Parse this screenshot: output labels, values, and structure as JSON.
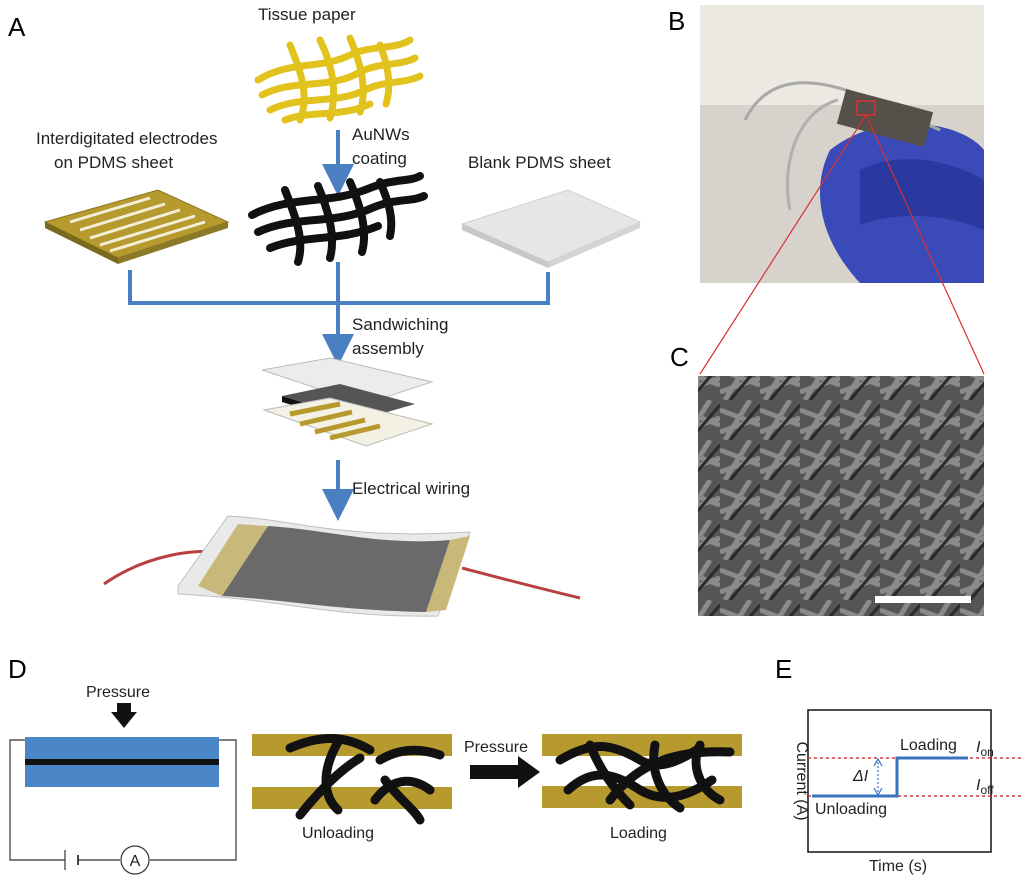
{
  "panels": {
    "a": "A",
    "b": "B",
    "c": "C",
    "d": "D",
    "e": "E"
  },
  "a": {
    "tissue": "Tissue paper",
    "coating1": "AuNWs",
    "coating2": "coating",
    "electrodes1": "Interdigitated electrodes",
    "electrodes2": "on PDMS sheet",
    "blank": "Blank PDMS sheet",
    "sandwich1": "Sandwiching",
    "sandwich2": "assembly",
    "wiring": "Electrical wiring"
  },
  "d": {
    "pressure_top": "Pressure",
    "ammeter": "A",
    "unloading": "Unloading",
    "pressure_arrow": "Pressure",
    "loading": "Loading"
  },
  "e": {
    "ylabel": "Current (A)",
    "xlabel": "Time (s)",
    "loading": "Loading",
    "unloading": "Unloading",
    "delta_sym": "ΔI",
    "ion_base": "I",
    "ion_sub": "on",
    "ioff_base": "I",
    "ioff_sub": "off"
  },
  "colors": {
    "arrow_blue": "#4a7fc1",
    "gold": "#b79a2e",
    "pdms_blue": "#4a86c8",
    "wire_red": "#b84040",
    "step_blue": "#3a73c0",
    "dotted_red": "#d23a3a"
  }
}
